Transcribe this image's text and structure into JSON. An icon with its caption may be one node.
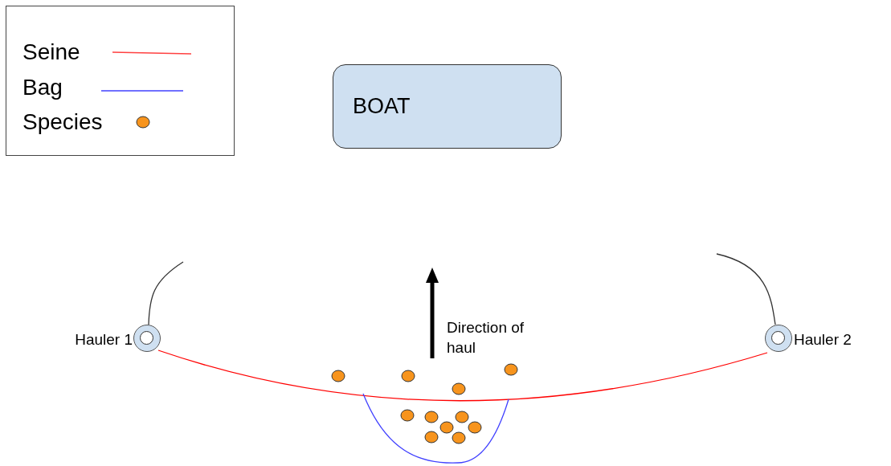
{
  "diagram": {
    "nodes": [
      {
        "text": [
          "BOAT"
        ]
      },
      {
        "text": [
          "Hauler 1"
        ]
      },
      {
        "text": [
          "Hauler 2"
        ]
      }
    ],
    "edges": [
      {
        "from": 1,
        "to": 2,
        "arrow": "none",
        "color": "#ff0000"
      },
      {
        "from": 1,
        "to": null,
        "arrow": "none"
      },
      {
        "from": 2,
        "to": null,
        "arrow": "none"
      }
    ],
    "labels": [
      "Direction of haul"
    ],
    "legend": [
      {
        "text": "Seine"
      },
      {
        "text": "Bag"
      },
      {
        "text": "Species"
      }
    ]
  }
}
